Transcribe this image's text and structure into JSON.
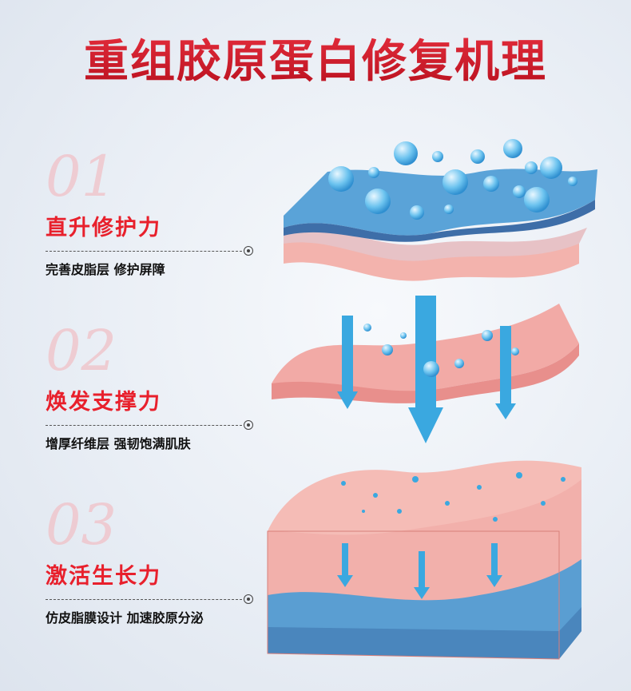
{
  "title": "重组胶原蛋白修复机理",
  "sections": [
    {
      "number": "01",
      "title": "直升修护力",
      "subtitle": "完善皮脂层 修护屏障"
    },
    {
      "number": "02",
      "title": "焕发支撑力",
      "subtitle": "增厚纤维层  强韧饱满肌肤"
    },
    {
      "number": "03",
      "title": "激活生长力",
      "subtitle": "仿皮脂膜设计 加速胶原分泌"
    }
  ],
  "colors": {
    "accent": "#e8202c",
    "water": "#3aa8e0",
    "skin": "#f2a8a4"
  }
}
